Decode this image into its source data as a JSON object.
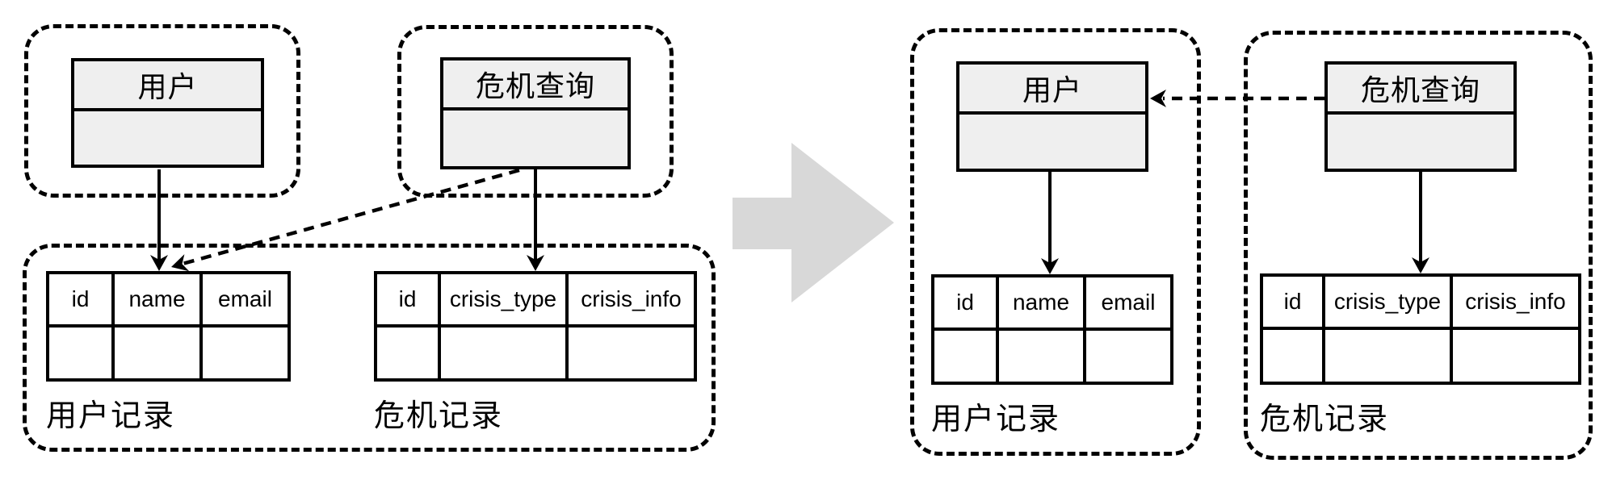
{
  "diagram_title": "",
  "colors": {
    "background": "#ffffff",
    "class_box_fill": "#efefef",
    "line": "#000000",
    "big_arrow_gray": "#d8d8d8"
  },
  "left": {
    "user_class": {
      "title": "用户"
    },
    "crisis_class": {
      "title": "危机查询"
    },
    "user_table": {
      "caption": "用户记录",
      "columns": [
        "id",
        "name",
        "email"
      ]
    },
    "crisis_table": {
      "caption": "危机记录",
      "columns": [
        "id",
        "crisis_type",
        "crisis_info"
      ]
    }
  },
  "right": {
    "user_class": {
      "title": "用户"
    },
    "crisis_class": {
      "title": "危机查询"
    },
    "user_table": {
      "caption": "用户记录",
      "columns": [
        "id",
        "name",
        "email"
      ]
    },
    "crisis_table": {
      "caption": "危机记录",
      "columns": [
        "id",
        "crisis_type",
        "crisis_info"
      ]
    }
  }
}
